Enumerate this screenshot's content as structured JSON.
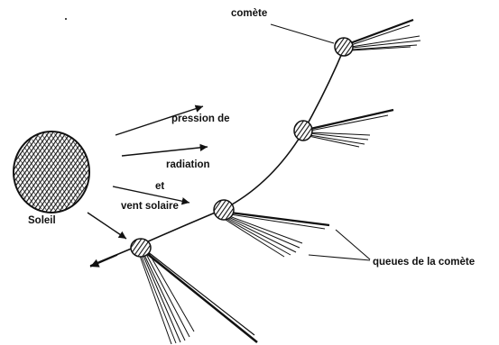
{
  "labels": {
    "sun": "Soleil",
    "comet": "comète",
    "pressure_line1": "pression de",
    "pressure_line2": "radiation",
    "and": "et",
    "solar_wind": "vent solaire",
    "tails": "queues de la comète"
  },
  "colors": {
    "ink": "#111111",
    "background": "#ffffff"
  }
}
